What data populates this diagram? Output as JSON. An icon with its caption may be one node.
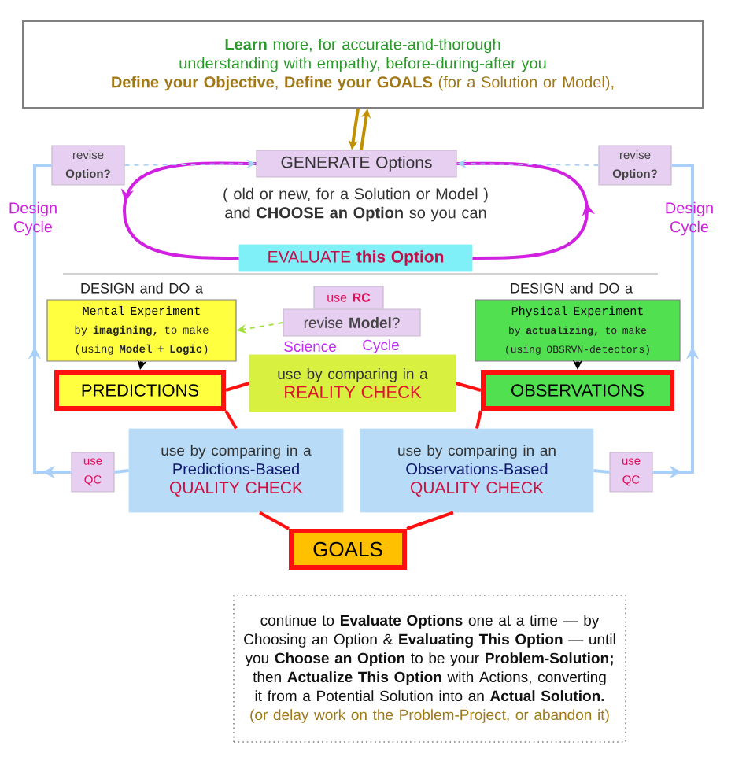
{
  "diagram": {
    "nodes": [
      {
        "text": [
          "**Learn** more, for accurate-and-thorough understanding with empathy, before-during-after you",
          "**Define your Objective**,  **Define your GOALS** (for a Solution or Model),"
        ]
      },
      {
        "text": [
          "GENERATE Options"
        ]
      },
      {
        "text": [
          "EVALUATE **this Option**"
        ]
      },
      {
        "text": [
          "revise **Option?**"
        ]
      },
      {
        "text": [
          "revise **Option?**"
        ]
      },
      {
        "text": [
          "use **RC**"
        ]
      },
      {
        "text": [
          "Mental Experiment",
          "by **imagining,** to make (using **Model + Logic**)"
        ]
      },
      {
        "text": [
          "Physical Experiment",
          "by **actualizing,** to make (using OBSRVN-detectors)"
        ]
      },
      {
        "text": [
          "revise **Model**?"
        ]
      },
      {
        "text": [
          "use by comparing in a",
          "REALITY CHECK"
        ]
      },
      {
        "text": [
          "PREDICTIONS"
        ]
      },
      {
        "text": [
          "OBSERVATIONS"
        ]
      },
      {
        "text": [
          "use by comparing in a",
          "Predictions-Based",
          "QUALITY CHECK"
        ]
      },
      {
        "text": [
          "use by comparing in an",
          "Observations-Based",
          "QUALITY CHECK"
        ]
      },
      {
        "text": [
          "use QC"
        ]
      },
      {
        "text": [
          "use QC"
        ]
      },
      {
        "text": [
          "GOALS"
        ]
      },
      {
        "text": [
          "continue to **Evaluate Options** one at a time — by Choosing an Option & **Evaluating This Option** — until you **Choose an Option** to be your **Problem-Solution;** then **Actualize This Option** with Actions, converting it from a Potential Solution into an **Actual Solution.**",
          "(or delay work on the Problem-Project, or abandon it)"
        ]
      }
    ],
    "edges": [
      {
        "from": 0,
        "to": 1,
        "arrow": "to",
        "color": "#c09000"
      },
      {
        "from": 1,
        "to": 0,
        "arrow": "to",
        "color": "#c09000"
      },
      {
        "from": 1,
        "to": 2,
        "arrow": "to",
        "color": "#d020e0"
      },
      {
        "from": 2,
        "to": 1,
        "arrow": "to",
        "color": "#d020e0"
      },
      {
        "from": 3,
        "to": 1,
        "arrow": "to",
        "style": "dashed",
        "color": "#a8d0f8"
      },
      {
        "from": 4,
        "to": 1,
        "arrow": "to",
        "style": "dashed",
        "color": "#a8d0f8"
      },
      {
        "from": 14,
        "to": 3,
        "arrow": "to",
        "color": "#a8d0f8"
      },
      {
        "from": 15,
        "to": 4,
        "arrow": "to",
        "color": "#a8d0f8"
      },
      {
        "from": 12,
        "to": 14,
        "arrow": "none",
        "color": "#a8d0f8"
      },
      {
        "from": 13,
        "to": 15,
        "arrow": "none",
        "color": "#a8d0f8"
      },
      {
        "from": 8,
        "to": 6,
        "arrow": "to",
        "style": "dashed",
        "color": "#a0e040"
      },
      {
        "from": 6,
        "to": 10,
        "arrow": "to",
        "color": "#000000"
      },
      {
        "from": 7,
        "to": 11,
        "arrow": "to",
        "color": "#000000"
      },
      {
        "from": 10,
        "to": 9,
        "arrow": "none",
        "color": "#ff1010"
      },
      {
        "from": 9,
        "to": 11,
        "arrow": "none",
        "color": "#ff1010"
      },
      {
        "from": 10,
        "to": 12,
        "arrow": "none",
        "color": "#ff1010"
      },
      {
        "from": 11,
        "to": 13,
        "arrow": "none",
        "color": "#ff1010"
      },
      {
        "from": 12,
        "to": 16,
        "arrow": "none",
        "color": "#ff1010"
      },
      {
        "from": 13,
        "to": 16,
        "arrow": "none",
        "color": "#ff1010"
      }
    ],
    "labels": [
      "( old or new, for a Solution or Model ) and **CHOOSE an Option** so you can",
      "Design Cycle",
      "Design Cycle",
      "DESIGN and DO a",
      "DESIGN and DO a",
      "Science",
      "Cycle"
    ]
  }
}
